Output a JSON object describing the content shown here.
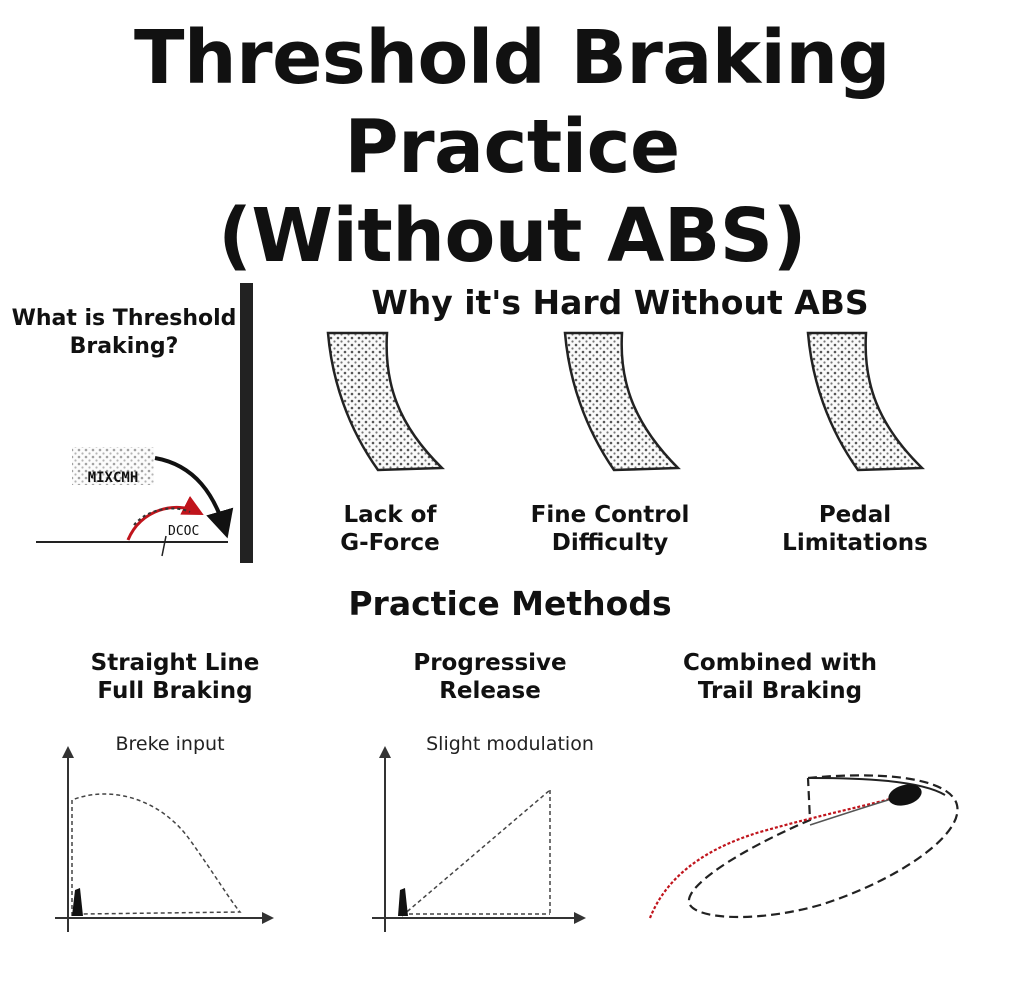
{
  "title": {
    "lines": [
      "Threshold Braking",
      "Practice",
      "(Without ABS)"
    ]
  },
  "what_is": {
    "heading_lines": [
      "What is Threshold",
      "Braking?"
    ],
    "sketch_label_top": "MIXCMH",
    "sketch_label_bottom": "DCOC"
  },
  "why_hard": {
    "heading": "Why it's Hard Without ABS",
    "items": [
      {
        "lines": [
          "Lack of",
          "G-Force"
        ]
      },
      {
        "lines": [
          "Fine Control",
          "Difficulty"
        ]
      },
      {
        "lines": [
          "Pedal",
          "Limitations"
        ]
      }
    ]
  },
  "practice": {
    "heading": "Practice Methods",
    "methods": [
      {
        "lines": [
          "Straight Line",
          "Full Braking"
        ],
        "graph_caption": "Breke input"
      },
      {
        "lines": [
          "Progressive",
          "Release"
        ],
        "graph_caption": "Slight modulation"
      },
      {
        "lines": [
          "Combined with",
          "Trail Braking"
        ]
      }
    ]
  },
  "colors": {
    "ink": "#111111",
    "accent_red": "#c0141c",
    "stipple": "#555555"
  }
}
